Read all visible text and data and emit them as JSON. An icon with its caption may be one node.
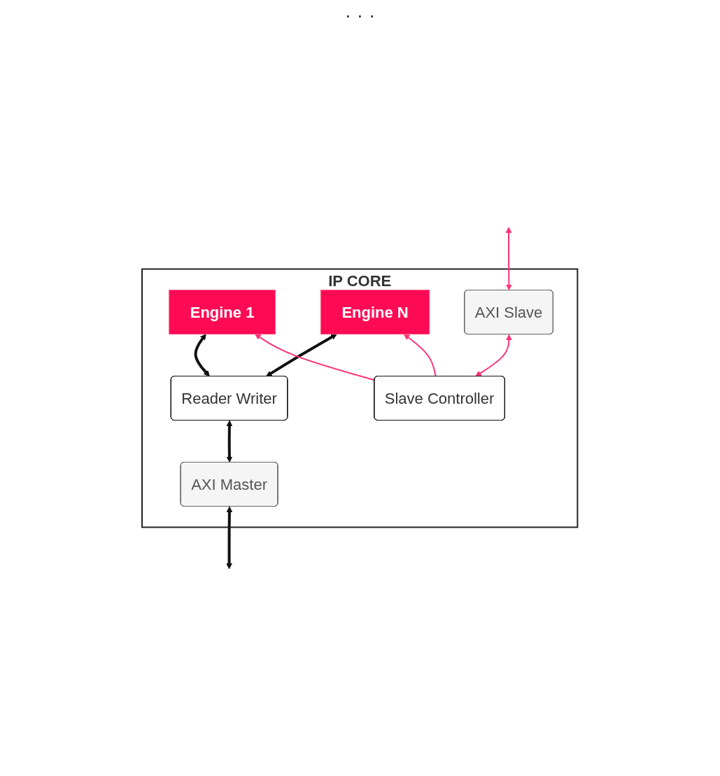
{
  "diagram": {
    "nodes": [
      {
        "text": [
          "IP CORE"
        ]
      },
      {
        "text": [
          "Engine 1"
        ],
        "in": 0
      },
      {
        "text": [
          "Engine N"
        ],
        "in": 0
      },
      {
        "text": [
          "Reader Writer"
        ],
        "in": 0
      },
      {
        "text": [
          "Slave Controller"
        ],
        "in": 0
      },
      {
        "text": [
          "AXI Slave"
        ],
        "in": 0
      },
      {
        "text": [
          "AXI Master"
        ],
        "in": 0
      }
    ],
    "edges": [
      {
        "from": 3,
        "to": 1,
        "arrow": "both",
        "style": "thick"
      },
      {
        "from": 3,
        "to": 2,
        "arrow": "both",
        "style": "thick"
      },
      {
        "from": 4,
        "to": 1,
        "arrow": "to",
        "color": "#ff3377"
      },
      {
        "from": 4,
        "to": 2,
        "arrow": "to",
        "color": "#ff3377"
      },
      {
        "from": 4,
        "to": 5,
        "arrow": "both",
        "color": "#ff3377"
      },
      {
        "from": 5,
        "to": null,
        "arrow": "both",
        "color": "#ff3377"
      },
      {
        "from": 6,
        "to": 3,
        "arrow": "both",
        "style": "thick"
      },
      {
        "from": null,
        "to": 6,
        "arrow": "both",
        "style": "thick"
      }
    ],
    "labels": [
      "· · ·"
    ]
  }
}
